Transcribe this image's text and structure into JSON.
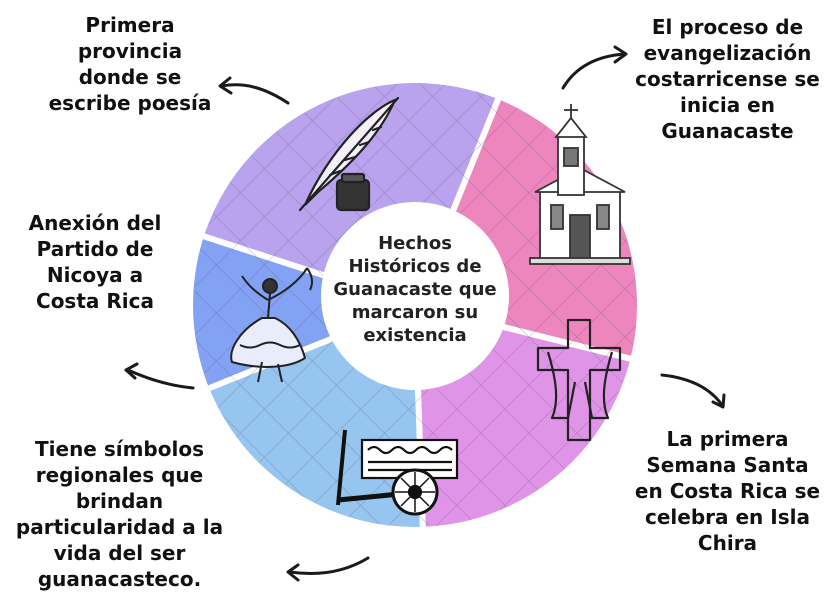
{
  "center": {
    "lines": [
      "Hechos",
      "Históricos de",
      "Guanacaste que",
      "marcaron su",
      "existencia"
    ]
  },
  "segments": [
    {
      "id": "poesia",
      "color": "#b9a3ee",
      "icon": "quill-ink-icon",
      "lines": [
        "Primera",
        "provincia",
        "donde se",
        "escribe poesía"
      ]
    },
    {
      "id": "evangelizacion",
      "color": "#ee86be",
      "icon": "church-icon",
      "lines": [
        "El proceso de",
        "evangelización",
        "costarricense se",
        "inicia en",
        "Guanacaste"
      ]
    },
    {
      "id": "semana-santa",
      "color": "#e094e8",
      "icon": "cross-icon",
      "lines": [
        "La primera",
        "Semana Santa",
        "en Costa Rica se",
        "celebra en Isla",
        "Chira"
      ]
    },
    {
      "id": "simbolos",
      "color": "#96c5ef",
      "icon": "oxcart-icon",
      "lines": [
        "Tiene símbolos",
        "regionales que",
        "brindan",
        "particularidad a la",
        "vida del ser",
        "guanacasteco."
      ]
    },
    {
      "id": "anexion",
      "color": "#83a2f3",
      "icon": "dancer-icon",
      "lines": [
        "Anexión del",
        "Partido de",
        "Nicoya a",
        "Costa Rica"
      ]
    }
  ],
  "colors": {
    "text": "#111111",
    "arrow": "#1a1a1a",
    "center_fill": "#ffffff"
  }
}
